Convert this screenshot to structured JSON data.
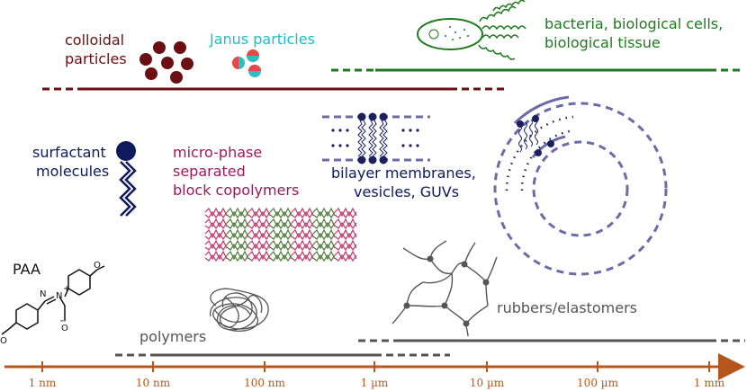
{
  "labels": {
    "colloidal_line1": "colloidal",
    "colloidal_line2": "particles",
    "janus": "Janus particles",
    "bacteria_line1": "bacteria, biological cells,",
    "bacteria_line2": "biological tissue",
    "surfactant_line1": "surfactant",
    "surfactant_line2": "molecules",
    "microphase_line1": "micro-phase",
    "microphase_line2": "separated",
    "microphase_line3": "block copolymers",
    "bilayer_line1": "bilayer membranes,",
    "bilayer_line2": "vesicles, GUVs",
    "paa": "PAA",
    "polymers": "polymers",
    "rubbers": "rubbers/elastomers"
  },
  "axis": {
    "ticks": [
      "1 nm",
      "10 nm",
      "100 nm",
      "1 µm",
      "10 µm",
      "100 µm",
      "1 mm"
    ]
  },
  "colors": {
    "axis": "#b5571c",
    "colloid": "#6b0f12",
    "janus_text": "#18c0c8",
    "janus_red": "#ee4444",
    "janus_teal": "#2bbdc0",
    "bio": "#1e7a1e",
    "surfactant": "#0d1a5c",
    "block_copolymer_text": "#9c1a5a",
    "block_red": "#c23a6a",
    "block_green": "#4f7a3a",
    "membrane": "#6b6ba8",
    "membrane_dark": "#1a1f5e",
    "polymer": "#555555",
    "label_gray": "#555555"
  }
}
